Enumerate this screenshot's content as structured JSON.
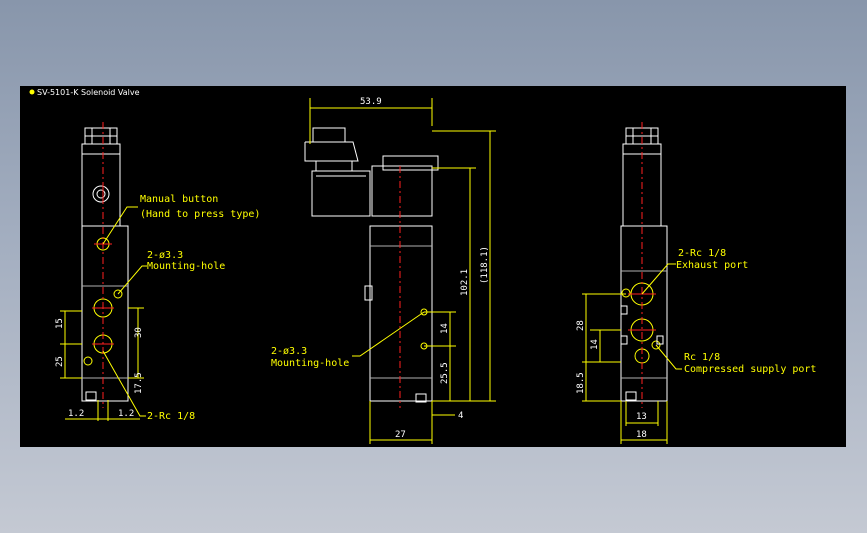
{
  "title": "SV-5101-K Solenoid Valve",
  "labels": {
    "manual_button": "Manual button",
    "manual_button_note": "(Hand to press type)",
    "mounting_hole_qty_left": "2-ø3.3",
    "mounting_hole_left": "Mounting-hole",
    "port_left": "2-Rc 1/8",
    "mounting_hole_qty_mid": "2-ø3.3",
    "mounting_hole_mid": "Mounting-hole",
    "exhaust_qty": "2-Rc 1/8",
    "exhaust_port": "Exhaust port",
    "supply_size": "Rc 1/8",
    "supply_port": "Compressed supply port"
  },
  "dimensions": {
    "left": {
      "d15": "15",
      "d25": "25",
      "d30": "30",
      "d17_5": "17.5",
      "d1_2a": "1.2",
      "d1_2b": "1.2"
    },
    "mid": {
      "d53_9": "53.9",
      "d118_1": "(118.1)",
      "d102_1": "102.1",
      "d14": "14",
      "d25_5": "25.5",
      "d4": "4",
      "d27": "27"
    },
    "right": {
      "d28": "28",
      "d14": "14",
      "d18_5": "18.5",
      "d13": "13",
      "d18": "18"
    }
  }
}
